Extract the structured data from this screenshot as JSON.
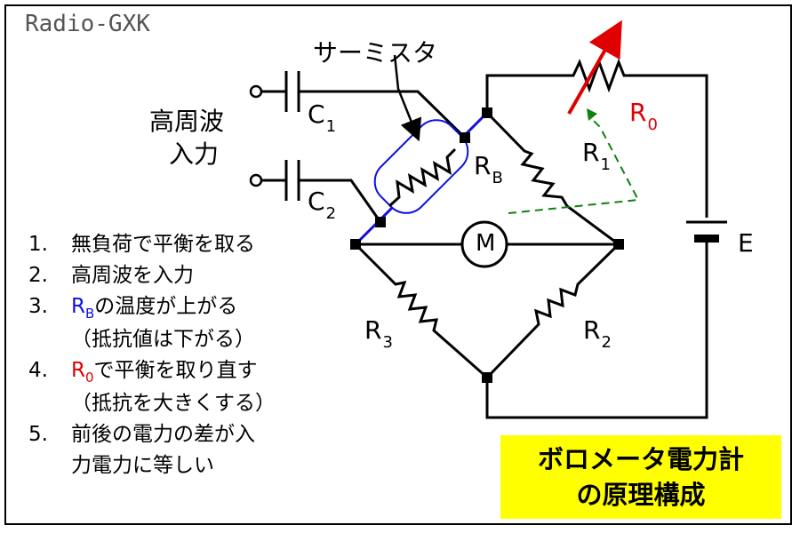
{
  "brand": "Radio-GXK",
  "labels": {
    "thermistor": "サーミスタ",
    "input_line1": "高周波",
    "input_line2": "入力",
    "c1": "C",
    "c1_sub": "1",
    "c2": "C",
    "c2_sub": "2",
    "rb": "R",
    "rb_sub": "B",
    "r0": "R",
    "r0_sub": "0",
    "r1": "R",
    "r1_sub": "1",
    "r2": "R",
    "r2_sub": "2",
    "r3": "R",
    "r3_sub": "3",
    "meter": "M",
    "battery": "E"
  },
  "steps": [
    {
      "num": "1.",
      "text": "無負荷で平衡を取る"
    },
    {
      "num": "2.",
      "text": "高周波を入力"
    },
    {
      "num": "3.",
      "pre": "R",
      "pre_sub": "B",
      "text": "の温度が上がる"
    },
    {
      "num": "",
      "text": "（抵抗値は下がる）"
    },
    {
      "num": "4.",
      "pre": "R",
      "pre_sub": "0",
      "text": "で平衡を取り直す"
    },
    {
      "num": "",
      "text": "（抵抗を大きくする）"
    },
    {
      "num": "5.",
      "text": "前後の電力の差が入"
    },
    {
      "num": "",
      "text": "力電力に等しい"
    }
  ],
  "title": {
    "line1": "ボロメータ電力計",
    "line2": "の原理構成"
  },
  "colors": {
    "thermistor": "#1010e0",
    "variable": "#e00000",
    "guide": "#108010",
    "title_bg": "#ffff00"
  }
}
